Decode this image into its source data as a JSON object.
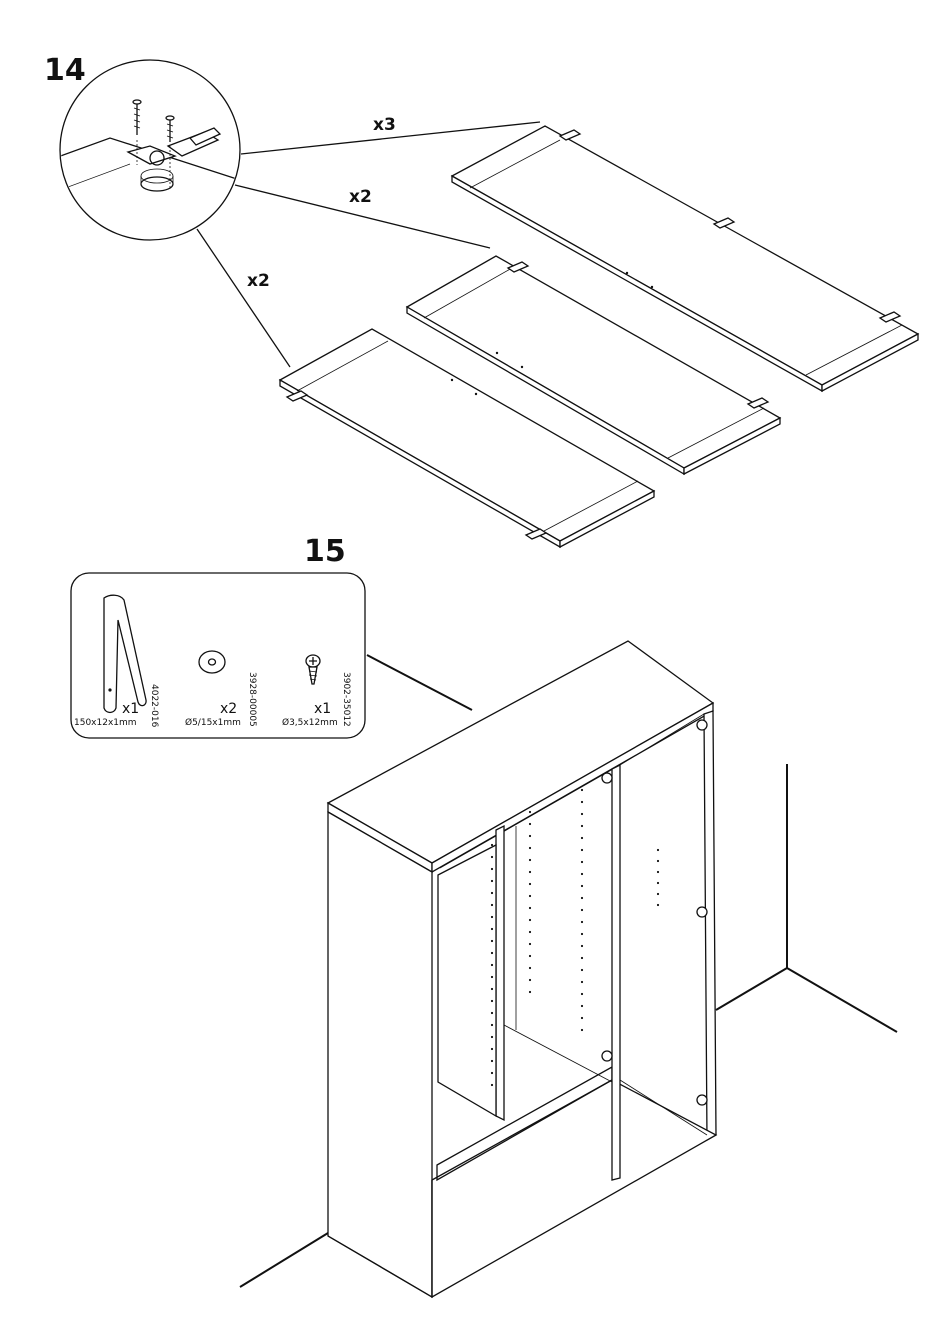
{
  "steps": [
    {
      "number": "14",
      "groups": [
        {
          "quantity": "x3"
        },
        {
          "quantity": "x2"
        },
        {
          "quantity": "x2"
        }
      ]
    },
    {
      "number": "15",
      "parts": [
        {
          "icon": "strap-icon",
          "quantity": "x1",
          "dimension": "150x12x1mm",
          "part_id": "4022-016"
        },
        {
          "icon": "washer-icon",
          "quantity": "x2",
          "dimension": "Ø5/15x1mm",
          "part_id": "3928-00005"
        },
        {
          "icon": "screw-icon",
          "quantity": "x1",
          "dimension": "Ø3,5x12mm",
          "part_id": "3902-35012"
        }
      ]
    }
  ]
}
